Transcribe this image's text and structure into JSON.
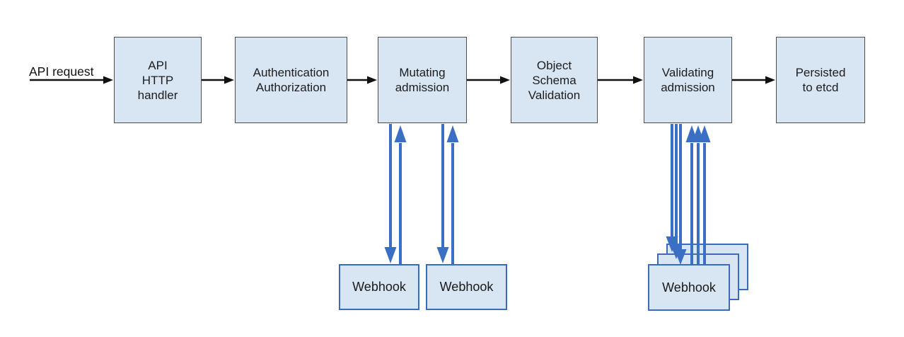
{
  "diagram": {
    "request_label": "API request",
    "nodes": {
      "api_http_handler": "API\nHTTP\nhandler",
      "authn_authz": "Authentication\nAuthorization",
      "mutating_admission": "Mutating\nadmission",
      "object_schema_validation": "Object\nSchema\nValidation",
      "validating_admission": "Validating\nadmission",
      "persisted_to_etcd": "Persisted\nto etcd"
    },
    "webhooks": {
      "mutating_webhook_1": "Webhook",
      "mutating_webhook_2": "Webhook",
      "validating_webhook_front": "Webhook",
      "more_indicator": ":"
    },
    "colors": {
      "node_fill": "#d8e5f2",
      "node_border_gray": "#4d4d4d",
      "webhook_border_blue": "#3a6bbd",
      "arrow_blue": "#3b6fc4",
      "arrow_black": "#111111"
    }
  }
}
